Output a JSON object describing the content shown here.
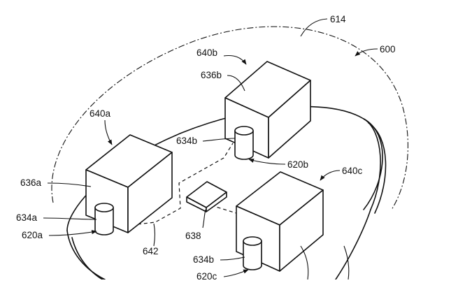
{
  "figure": {
    "labels": {
      "ref_600": "600",
      "ref_614": "614",
      "ref_640a": "640a",
      "ref_640b": "640b",
      "ref_640c": "640c",
      "ref_636a": "636a",
      "ref_636b": "636b",
      "ref_634a": "634a",
      "ref_634b_top": "634b",
      "ref_634b_bottom": "634b",
      "ref_620a": "620a",
      "ref_620b": "620b",
      "ref_620c": "620c",
      "ref_638": "638",
      "ref_642": "642"
    },
    "colors": {
      "line": "#111111",
      "background": "#ffffff"
    }
  }
}
